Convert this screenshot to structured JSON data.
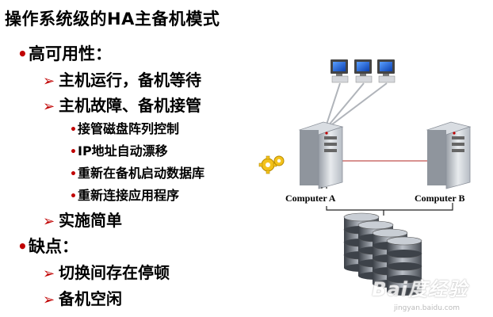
{
  "title": "操作系统级的HA主备机模式",
  "outline": {
    "availability": "高可用性：",
    "primary_running": "主机运行，备机等待",
    "primary_failure": "主机故障、备机接管",
    "takeover_disk": "接管磁盘阵列控制",
    "ip_float": "IP地址自动漂移",
    "restart_db": "重新在备机启动数据库",
    "reconnect_app": "重新连接应用程序",
    "simple_impl": "实施简单",
    "drawbacks": "缺点：",
    "switch_downtime": "切换间存在停顿",
    "standby_idle": "备机空闲"
  },
  "diagram": {
    "computer_a": "Computer A",
    "computer_b": "Computer B"
  },
  "watermark": {
    "logo": "Bai度经验",
    "url": "jingyan.baidu.com"
  },
  "colors": {
    "bullet": "#c00000",
    "link": "#c0504d",
    "monitor": "#1a5fd1"
  }
}
